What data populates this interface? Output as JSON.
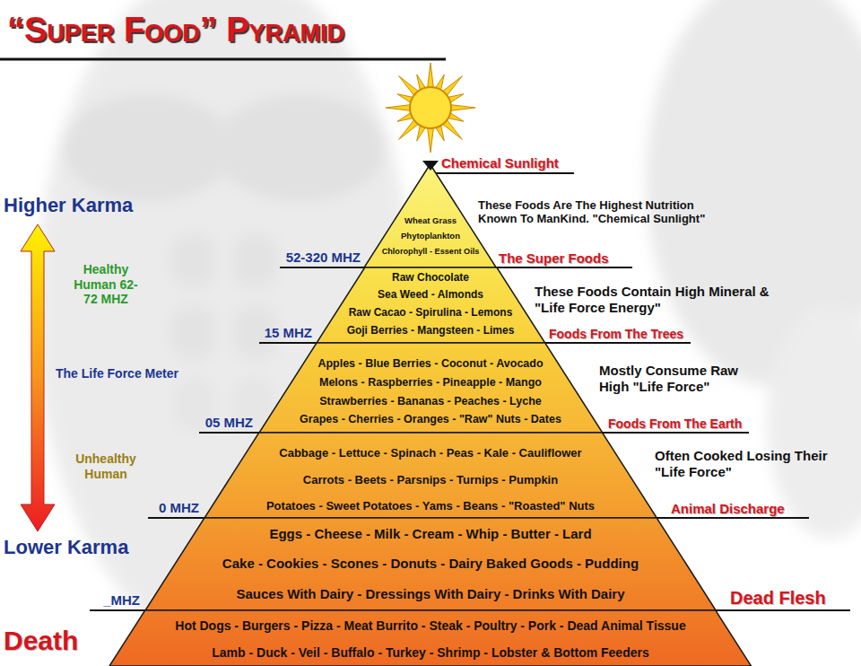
{
  "diagram": {
    "title": "“Super Food” Pyramid",
    "nodes": [
      {
        "text": [
          "Wheat Grass",
          "Phytoplankton",
          "Chlorophyll - Essent Oils"
        ]
      },
      {
        "text": [
          "Raw Chocolate",
          "Sea Weed - Almonds",
          "Raw Cacao - Spirulina - Lemons",
          "Goji Berries - Mangsteen - Limes"
        ]
      },
      {
        "text": [
          "Apples - Blue Berries - Coconut - Avocado",
          "Melons - Raspberries - Pineapple - Mango",
          "Strawberries - Bananas - Peaches - Lyche",
          "Grapes - Cherries - Oranges - \"Raw\" Nuts - Dates"
        ]
      },
      {
        "text": [
          "Cabbage - Lettuce - Spinach - Peas - Kale - Cauliflower",
          "Carrots - Beets - Parsnips - Turnips - Pumpkin",
          "Potatoes - Sweet Potatoes - Yams - Beans - \"Roasted\" Nuts"
        ]
      },
      {
        "text": [
          "Eggs - Cheese - Milk - Cream - Whip - Butter - Lard",
          "Cake - Cookies - Scones - Donuts - Dairy Baked Goods - Pudding",
          "Sauces With Dairy - Dressings With Dairy - Drinks With Dairy"
        ]
      },
      {
        "text": [
          "Hot Dogs - Burgers - Pizza - Meat Burrito - Steak - Poultry - Pork - Dead Animal Tissue",
          "Lamb - Duck - Veil - Buffalo - Turkey - Shrimp - Lobster & Bottom Feeders"
        ]
      }
    ],
    "labels": [
      "Chemical Sunlight",
      "Higher Karma",
      "These Foods Are The Highest Nutrition Known To ManKind. \"Chemical Sunlight\"",
      "Healthy Human 62-72 MHZ",
      "52-320 MHZ",
      "The Super Foods",
      "These Foods Contain High Mineral & \"Life Force Energy\"",
      "15 MHZ",
      "Foods From The Trees",
      "The Life Force Meter",
      "Mostly Consume Raw High \"Life Force\"",
      "05 MHZ",
      "Foods From The Earth",
      "Unhealthy Human",
      "Often Cooked Losing Their \"Life Force\"",
      "0 MHZ",
      "Animal Discharge",
      "Lower Karma",
      "_MHZ",
      "Dead Flesh",
      "Death"
    ]
  }
}
